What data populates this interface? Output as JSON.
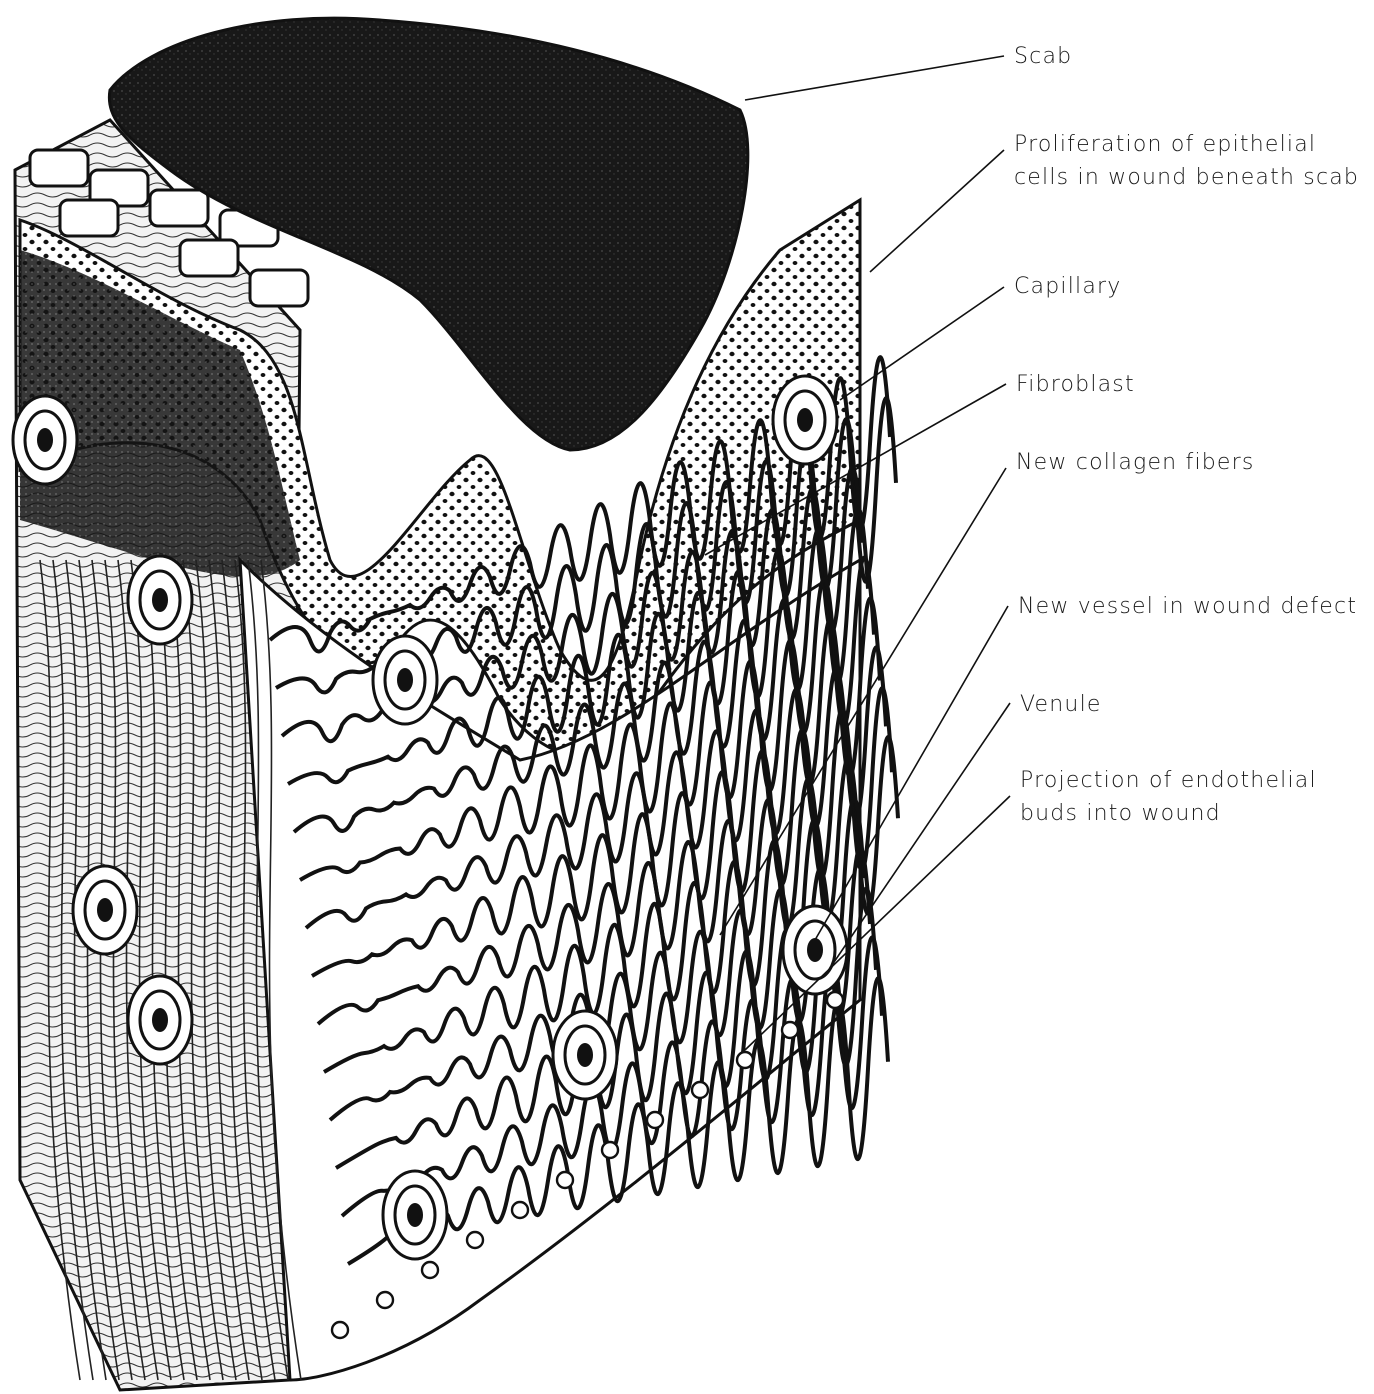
{
  "colors": {
    "ink": "#111111",
    "paper": "#ffffff",
    "scab": "#1c1c1c",
    "label": "#1a1a1a"
  },
  "labels": [
    {
      "id": "scab",
      "lines": [
        "Scab"
      ]
    },
    {
      "id": "epithelial-proliferation",
      "lines": [
        "Proliferation of epithelial",
        "cells in wound beneath scab"
      ]
    },
    {
      "id": "capillary",
      "lines": [
        "Capillary"
      ]
    },
    {
      "id": "fibroblast",
      "lines": [
        "Fibroblast"
      ]
    },
    {
      "id": "new-collagen-fibers",
      "lines": [
        "New collagen fibers"
      ]
    },
    {
      "id": "new-vessel",
      "lines": [
        "New vessel in wound defect"
      ]
    },
    {
      "id": "venule",
      "lines": [
        "Venule"
      ]
    },
    {
      "id": "endothelial-buds",
      "lines": [
        "Projection of endothelial",
        "buds into wound"
      ]
    }
  ]
}
